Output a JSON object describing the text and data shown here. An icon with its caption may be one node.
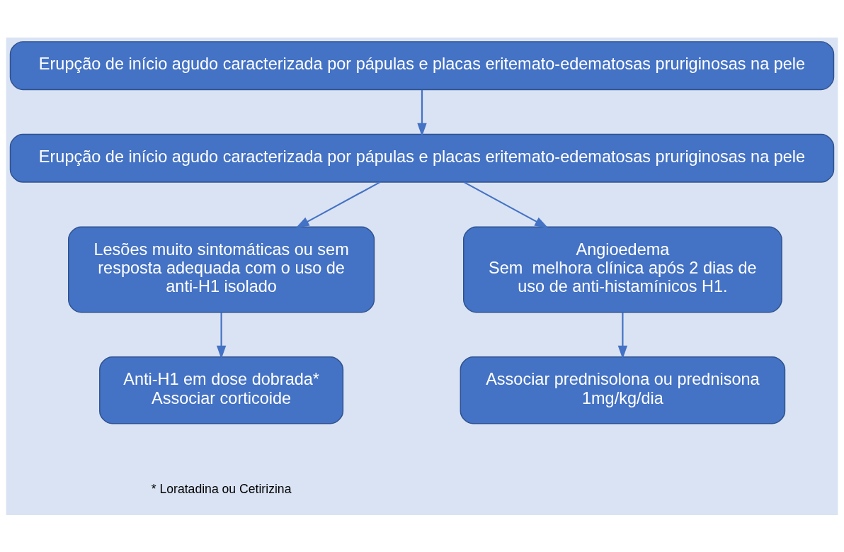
{
  "diagram": {
    "nodes": [
      {
        "text": [
          "Erupção de início agudo caracterizada por pápulas e placas eritemato-edematosas pruriginosas na pele"
        ]
      },
      {
        "text": [
          "Erupção de início agudo caracterizada por pápulas e placas eritemato-edematosas pruriginosas na pele"
        ]
      },
      {
        "text": [
          "Lesões muito sintomáticas ou sem resposta adequada com o uso de anti-H1 isolado"
        ]
      },
      {
        "text": [
          "Angioedema",
          "Sem  melhora clínica após 2 dias de uso de anti-histamínicos H1."
        ]
      },
      {
        "text": [
          "Anti-H1 em dose dobrada*",
          "Associar corticoide"
        ]
      },
      {
        "text": [
          "Associar prednisolona ou prednisona 1mg/kg/dia"
        ]
      }
    ],
    "edges": [
      {
        "from": 0,
        "to": 1,
        "arrow": "to"
      },
      {
        "from": 1,
        "to": 2,
        "arrow": "to"
      },
      {
        "from": 1,
        "to": 3,
        "arrow": "to"
      },
      {
        "from": 2,
        "to": 4,
        "arrow": "to"
      },
      {
        "from": 3,
        "to": 5,
        "arrow": "to"
      }
    ],
    "labels": [
      "* Loratadina ou Cetirizina"
    ]
  }
}
